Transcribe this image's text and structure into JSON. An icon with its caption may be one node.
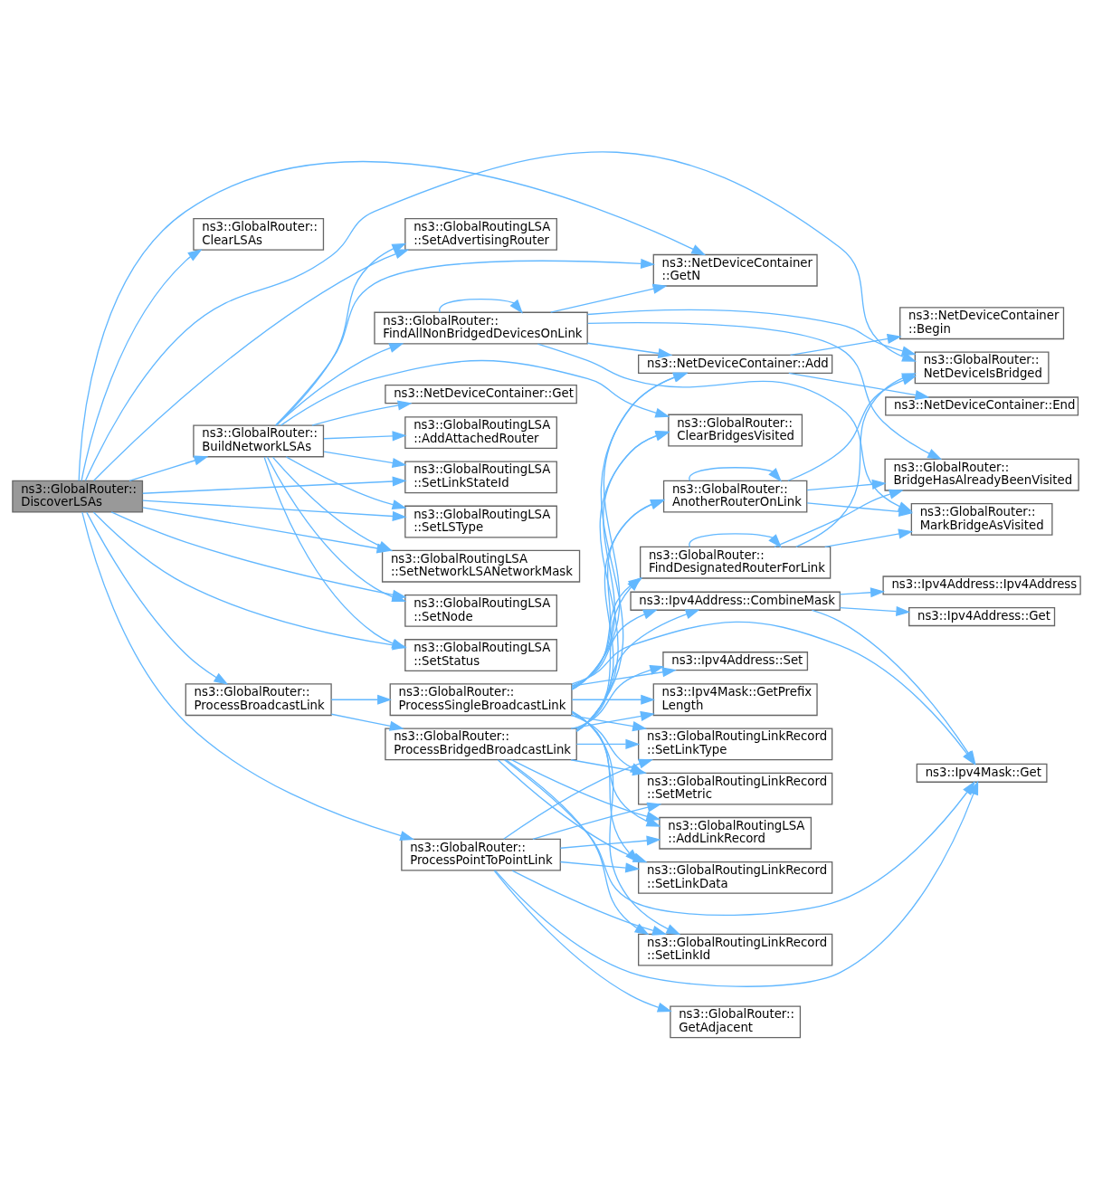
{
  "diagram": {
    "nodes": [
      {
        "text": [
          "ns3::GlobalRouter:: DiscoverLSAs"
        ]
      },
      {
        "text": [
          "ns3::GlobalRouter:: BuildNetworkLSAs"
        ]
      },
      {
        "text": [
          "ns3::GlobalRouter:: ClearLSAs"
        ]
      },
      {
        "text": [
          "ns3::GlobalRouter:: ProcessBroadcastLink"
        ]
      },
      {
        "text": [
          "ns3::GlobalRouter:: ProcessPointToPointLink"
        ]
      },
      {
        "text": [
          "ns3::GlobalRoutingLSA ::SetAdvertisingRouter"
        ]
      },
      {
        "text": [
          "ns3::GlobalRouter:: FindAllNonBridgedDevicesOnLink"
        ]
      },
      {
        "text": [
          "ns3::NetDeviceContainer::Get"
        ]
      },
      {
        "text": [
          "ns3::GlobalRoutingLSA ::AddAttachedRouter"
        ]
      },
      {
        "text": [
          "ns3::GlobalRoutingLSA ::SetLinkStateId"
        ]
      },
      {
        "text": [
          "ns3::GlobalRoutingLSA ::SetLSType"
        ]
      },
      {
        "text": [
          "ns3::GlobalRoutingLSA ::SetNetworkLSANetworkMask"
        ]
      },
      {
        "text": [
          "ns3::GlobalRoutingLSA ::SetNode"
        ]
      },
      {
        "text": [
          "ns3::GlobalRoutingLSA ::SetStatus"
        ]
      },
      {
        "text": [
          "ns3::GlobalRouter:: ProcessSingleBroadcastLink"
        ]
      },
      {
        "text": [
          "ns3::GlobalRouter:: ProcessBridgedBroadcastLink"
        ]
      },
      {
        "text": [
          "ns3::NetDeviceContainer ::GetN"
        ]
      },
      {
        "text": [
          "ns3::NetDeviceContainer::Add"
        ]
      },
      {
        "text": [
          "ns3::GlobalRouter:: ClearBridgesVisited"
        ]
      },
      {
        "text": [
          "ns3::GlobalRouter:: AnotherRouterOnLink"
        ]
      },
      {
        "text": [
          "ns3::GlobalRouter:: FindDesignatedRouterForLink"
        ]
      },
      {
        "text": [
          "ns3::Ipv4Address::CombineMask"
        ]
      },
      {
        "text": [
          "ns3::Ipv4Mask::GetPrefix Length"
        ]
      },
      {
        "text": [
          "ns3::Ipv4Address::Set"
        ]
      },
      {
        "text": [
          "ns3::GlobalRoutingLSA ::AddLinkRecord"
        ]
      },
      {
        "text": [
          "ns3::GlobalRoutingLinkRecord ::SetLinkData"
        ]
      },
      {
        "text": [
          "ns3::GlobalRoutingLinkRecord ::SetLinkId"
        ]
      },
      {
        "text": [
          "ns3::GlobalRoutingLinkRecord ::SetLinkType"
        ]
      },
      {
        "text": [
          "ns3::GlobalRoutingLinkRecord ::SetMetric"
        ]
      },
      {
        "text": [
          "ns3::GlobalRouter:: GetAdjacent"
        ]
      },
      {
        "text": [
          "ns3::NetDeviceContainer::End"
        ]
      },
      {
        "text": [
          "ns3::GlobalRouter:: NetDeviceIsBridged"
        ]
      },
      {
        "text": [
          "ns3::NetDeviceContainer ::Begin"
        ]
      },
      {
        "text": [
          "ns3::GlobalRouter:: BridgeHasAlreadyBeenVisited"
        ]
      },
      {
        "text": [
          "ns3::GlobalRouter:: MarkBridgeAsVisited"
        ]
      },
      {
        "text": [
          "ns3::Ipv4Address::Ipv4Address"
        ]
      },
      {
        "text": [
          "ns3::Ipv4Address::Get"
        ]
      },
      {
        "text": [
          "ns3::Ipv4Mask::Get"
        ]
      }
    ],
    "edges": [
      {
        "from": 0,
        "to": 1,
        "arrow": "to"
      },
      {
        "from": 0,
        "to": 2,
        "arrow": "to"
      },
      {
        "from": 0,
        "to": 3,
        "arrow": "to"
      },
      {
        "from": 0,
        "to": 4,
        "arrow": "to"
      },
      {
        "from": 0,
        "to": 5,
        "arrow": "to"
      },
      {
        "from": 0,
        "to": 9,
        "arrow": "to"
      },
      {
        "from": 0,
        "to": 10,
        "arrow": "to"
      },
      {
        "from": 0,
        "to": 11,
        "arrow": "to"
      },
      {
        "from": 0,
        "to": 12,
        "arrow": "to"
      },
      {
        "from": 0,
        "to": 13,
        "arrow": "to"
      },
      {
        "from": 0,
        "to": 16,
        "arrow": "to"
      },
      {
        "from": 0,
        "to": 31,
        "arrow": "to"
      },
      {
        "from": 1,
        "to": 5,
        "arrow": "to"
      },
      {
        "from": 1,
        "to": 6,
        "arrow": "to"
      },
      {
        "from": 1,
        "to": 7,
        "arrow": "to"
      },
      {
        "from": 1,
        "to": 8,
        "arrow": "to"
      },
      {
        "from": 1,
        "to": 9,
        "arrow": "to"
      },
      {
        "from": 1,
        "to": 10,
        "arrow": "to"
      },
      {
        "from": 1,
        "to": 11,
        "arrow": "to"
      },
      {
        "from": 1,
        "to": 12,
        "arrow": "to"
      },
      {
        "from": 1,
        "to": 13,
        "arrow": "to"
      },
      {
        "from": 1,
        "to": 16,
        "arrow": "to"
      },
      {
        "from": 1,
        "to": 18,
        "arrow": "to"
      },
      {
        "from": 3,
        "to": 14,
        "arrow": "to"
      },
      {
        "from": 3,
        "to": 15,
        "arrow": "to"
      },
      {
        "from": 4,
        "to": 24,
        "arrow": "to"
      },
      {
        "from": 4,
        "to": 25,
        "arrow": "to"
      },
      {
        "from": 4,
        "to": 26,
        "arrow": "to"
      },
      {
        "from": 4,
        "to": 27,
        "arrow": "to"
      },
      {
        "from": 4,
        "to": 28,
        "arrow": "to"
      },
      {
        "from": 4,
        "to": 29,
        "arrow": "to"
      },
      {
        "from": 4,
        "to": 37,
        "arrow": "to"
      },
      {
        "from": 6,
        "to": 6,
        "arrow": "to"
      },
      {
        "from": 6,
        "to": 16,
        "arrow": "to"
      },
      {
        "from": 6,
        "to": 17,
        "arrow": "to"
      },
      {
        "from": 6,
        "to": 31,
        "arrow": "to"
      },
      {
        "from": 6,
        "to": 33,
        "arrow": "to"
      },
      {
        "from": 6,
        "to": 34,
        "arrow": "to"
      },
      {
        "from": 14,
        "to": 17,
        "arrow": "to"
      },
      {
        "from": 14,
        "to": 18,
        "arrow": "to"
      },
      {
        "from": 14,
        "to": 19,
        "arrow": "to"
      },
      {
        "from": 14,
        "to": 20,
        "arrow": "to"
      },
      {
        "from": 14,
        "to": 21,
        "arrow": "to"
      },
      {
        "from": 14,
        "to": 22,
        "arrow": "to"
      },
      {
        "from": 14,
        "to": 23,
        "arrow": "to"
      },
      {
        "from": 14,
        "to": 24,
        "arrow": "to"
      },
      {
        "from": 14,
        "to": 25,
        "arrow": "to"
      },
      {
        "from": 14,
        "to": 26,
        "arrow": "to"
      },
      {
        "from": 14,
        "to": 27,
        "arrow": "to"
      },
      {
        "from": 14,
        "to": 28,
        "arrow": "to"
      },
      {
        "from": 14,
        "to": 37,
        "arrow": "to"
      },
      {
        "from": 15,
        "to": 17,
        "arrow": "to"
      },
      {
        "from": 15,
        "to": 18,
        "arrow": "to"
      },
      {
        "from": 15,
        "to": 19,
        "arrow": "to"
      },
      {
        "from": 15,
        "to": 20,
        "arrow": "to"
      },
      {
        "from": 15,
        "to": 21,
        "arrow": "to"
      },
      {
        "from": 15,
        "to": 22,
        "arrow": "to"
      },
      {
        "from": 15,
        "to": 23,
        "arrow": "to"
      },
      {
        "from": 15,
        "to": 24,
        "arrow": "to"
      },
      {
        "from": 15,
        "to": 25,
        "arrow": "to"
      },
      {
        "from": 15,
        "to": 26,
        "arrow": "to"
      },
      {
        "from": 15,
        "to": 27,
        "arrow": "to"
      },
      {
        "from": 15,
        "to": 28,
        "arrow": "to"
      },
      {
        "from": 15,
        "to": 37,
        "arrow": "to"
      },
      {
        "from": 17,
        "to": 30,
        "arrow": "to"
      },
      {
        "from": 17,
        "to": 32,
        "arrow": "to"
      },
      {
        "from": 19,
        "to": 19,
        "arrow": "to"
      },
      {
        "from": 19,
        "to": 31,
        "arrow": "to"
      },
      {
        "from": 19,
        "to": 33,
        "arrow": "to"
      },
      {
        "from": 19,
        "to": 34,
        "arrow": "to"
      },
      {
        "from": 20,
        "to": 20,
        "arrow": "to"
      },
      {
        "from": 20,
        "to": 31,
        "arrow": "to"
      },
      {
        "from": 20,
        "to": 33,
        "arrow": "to"
      },
      {
        "from": 20,
        "to": 34,
        "arrow": "to"
      },
      {
        "from": 21,
        "to": 35,
        "arrow": "to"
      },
      {
        "from": 21,
        "to": 36,
        "arrow": "to"
      },
      {
        "from": 21,
        "to": 37,
        "arrow": "to"
      }
    ]
  }
}
